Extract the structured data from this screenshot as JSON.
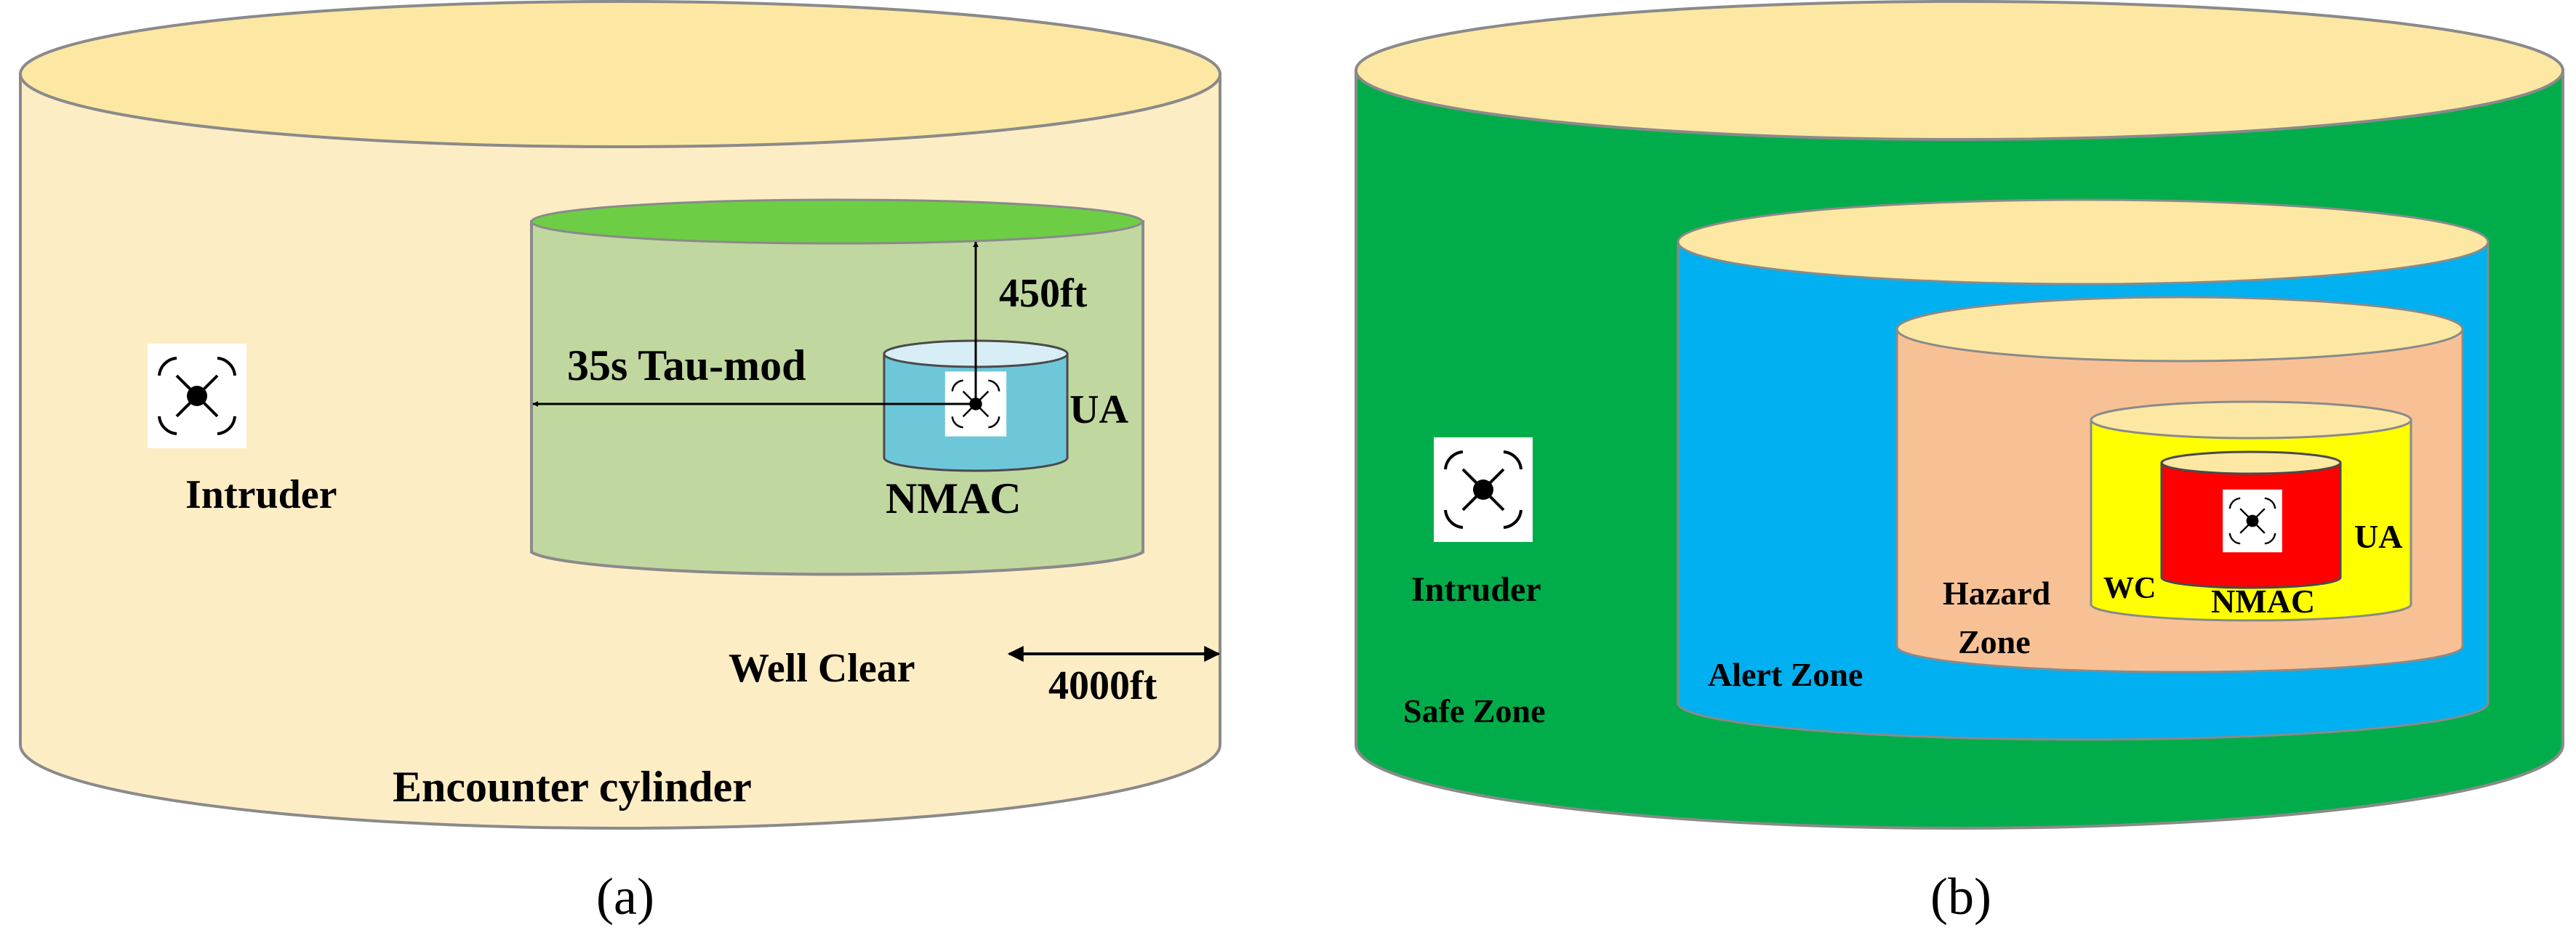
{
  "panels": {
    "a": {
      "caption": "(a)",
      "labels": {
        "encounter": "Encounter cylinder",
        "well_clear": "Well Clear",
        "distance_4000": "4000ft",
        "tau_mod": "35s Tau-mod",
        "height_450": "450ft",
        "nmac": "NMAC",
        "ua": "UA",
        "intruder": "Intruder"
      }
    },
    "b": {
      "caption": "(b)",
      "labels": {
        "safe_zone": "Safe Zone",
        "alert_zone": "Alert Zone",
        "hazard_zone_line1": "Hazard",
        "hazard_zone_line2": "Zone",
        "wc": "WC",
        "nmac": "NMAC",
        "ua": "UA",
        "intruder": "Intruder"
      }
    }
  },
  "colors": {
    "encounter_body": "#fdedc5",
    "encounter_top": "#fde8a3",
    "wellclear_body": "#c1d7a0",
    "wellclear_top": "#6dce45",
    "nmac_a_body": "#6ec7d9",
    "nmac_a_top": "#d7eef6",
    "safe_body": "#00ad4a",
    "alert_body": "#00b0f0",
    "hazard_body": "#f8c195",
    "wc_body": "#ffff00",
    "nmac_b_body": "#ff0000",
    "cap_top": "#fde8a3",
    "stroke": "#8a8a8a"
  },
  "icons": [
    "drone-icon"
  ]
}
